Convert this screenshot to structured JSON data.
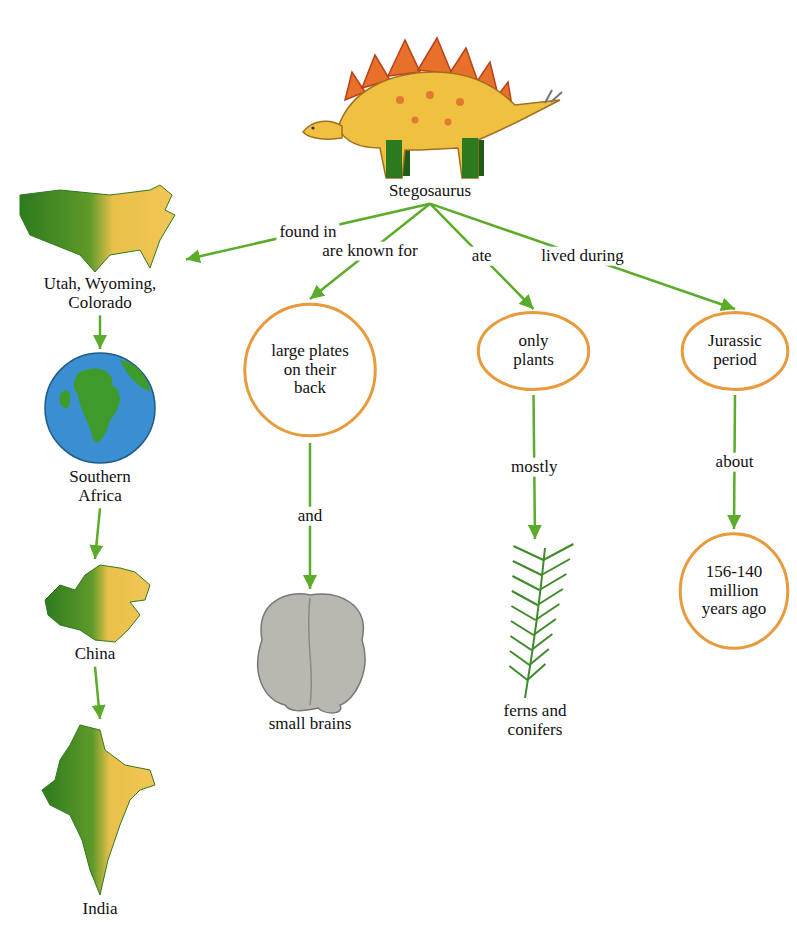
{
  "diagram": {
    "nodes": [
      {
        "text": [
          "Stegosaurus"
        ]
      },
      {
        "text": [
          "Utah, Wyoming, Colorado"
        ]
      },
      {
        "text": [
          "Southern Africa"
        ]
      },
      {
        "text": [
          "China"
        ]
      },
      {
        "text": [
          "India"
        ]
      },
      {
        "text": [
          "large plates on their back"
        ]
      },
      {
        "text": [
          "small brains"
        ]
      },
      {
        "text": [
          "only plants"
        ]
      },
      {
        "text": [
          "ferns and conifers"
        ]
      },
      {
        "text": [
          "Jurassic period"
        ]
      },
      {
        "text": [
          "156-140 million years ago"
        ]
      }
    ],
    "edges": [
      {
        "from": 0,
        "to": 1,
        "label": "found in",
        "arrow": "to"
      },
      {
        "from": 0,
        "to": 5,
        "label": "are known for",
        "arrow": "to"
      },
      {
        "from": 0,
        "to": 7,
        "label": "ate",
        "arrow": "to"
      },
      {
        "from": 0,
        "to": 9,
        "label": "lived during",
        "arrow": "to"
      },
      {
        "from": 1,
        "to": 2,
        "arrow": "to"
      },
      {
        "from": 2,
        "to": 3,
        "arrow": "to"
      },
      {
        "from": 3,
        "to": 4,
        "arrow": "to"
      },
      {
        "from": 5,
        "to": 6,
        "label": "and",
        "arrow": "to"
      },
      {
        "from": 7,
        "to": 8,
        "label": "mostly",
        "arrow": "to"
      },
      {
        "from": 9,
        "to": 10,
        "label": "about",
        "arrow": "to"
      }
    ]
  }
}
